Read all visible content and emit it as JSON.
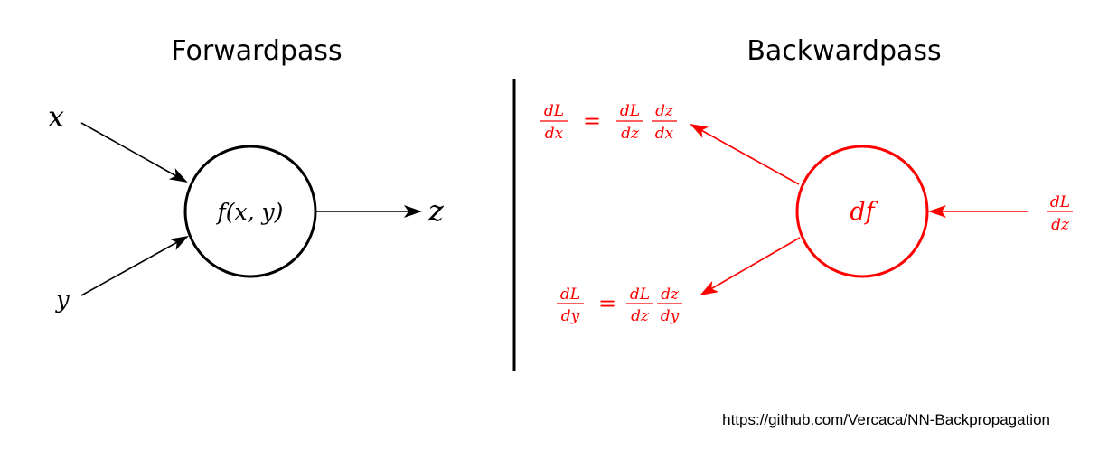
{
  "colors": {
    "forward": "#000000",
    "backward": "#ff0000",
    "background": "#ffffff"
  },
  "forward": {
    "title": "Forwardpass",
    "input_x": "x",
    "input_y": "y",
    "node_label": "f(x, y)",
    "output": "z"
  },
  "backward": {
    "title": "Backwardpass",
    "node_label": "df",
    "upstream": {
      "num": "dL",
      "den": "dz"
    },
    "grad_x": {
      "lhs": {
        "num": "dL",
        "den": "dx"
      },
      "eq": "=",
      "f1": {
        "num": "dL",
        "den": "dz"
      },
      "f2": {
        "num": "dz",
        "den": "dx"
      }
    },
    "grad_y": {
      "lhs": {
        "num": "dL",
        "den": "dy"
      },
      "eq": "=",
      "f1": {
        "num": "dL",
        "den": "dz"
      },
      "f2": {
        "num": "dz",
        "den": "dy"
      }
    }
  },
  "source_url": "https://github.com/Vercaca/NN-Backpropagation"
}
